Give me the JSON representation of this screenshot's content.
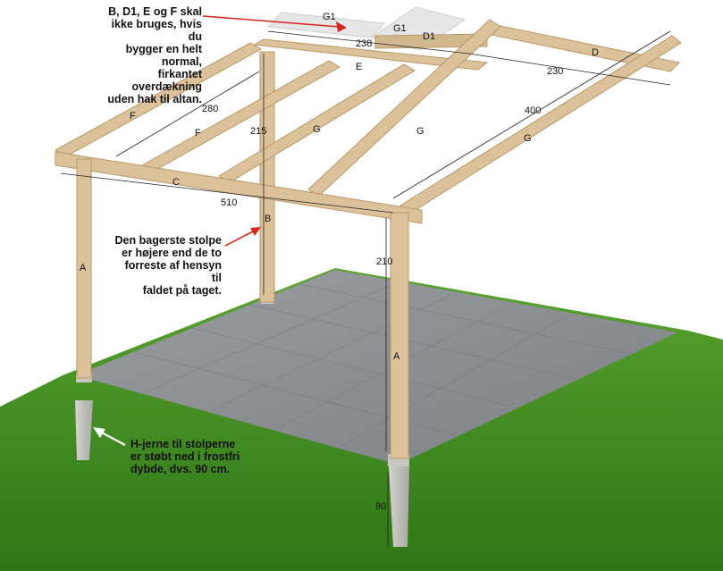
{
  "notes": {
    "top": "B, D1, E og F skal\nikke bruges, hvis du\nbygger en helt normal,\nfirkantet overdækning\nuden hak til altan.",
    "middle": "Den bagerste stolpe\ner højere end de to\nforreste af hensyn til\nfaldet på taget.",
    "bottom": "H-jerne til stolperne\ner støbt ned i frostfri\ndybde, dvs. 90 cm."
  },
  "part_labels": {
    "g1_a": "G1",
    "g1_b": "G1",
    "d1": "D1",
    "d": "D",
    "e": "E",
    "f_a": "F",
    "f_b": "F",
    "g_a": "G",
    "g_b": "G",
    "g_c": "G",
    "c": "C",
    "b": "B",
    "a_left": "A",
    "a_right": "A"
  },
  "dimensions": {
    "d238": "238",
    "d230": "230",
    "d400": "400",
    "d280": "280",
    "d215": "215",
    "d510": "510",
    "d210": "210",
    "d90": "90"
  },
  "colors": {
    "wood": "#dcc29a",
    "wood_dark": "#b99766",
    "concrete": "#8c9092",
    "grass": "#3f8a22",
    "arrow_red": "#d4261c"
  }
}
